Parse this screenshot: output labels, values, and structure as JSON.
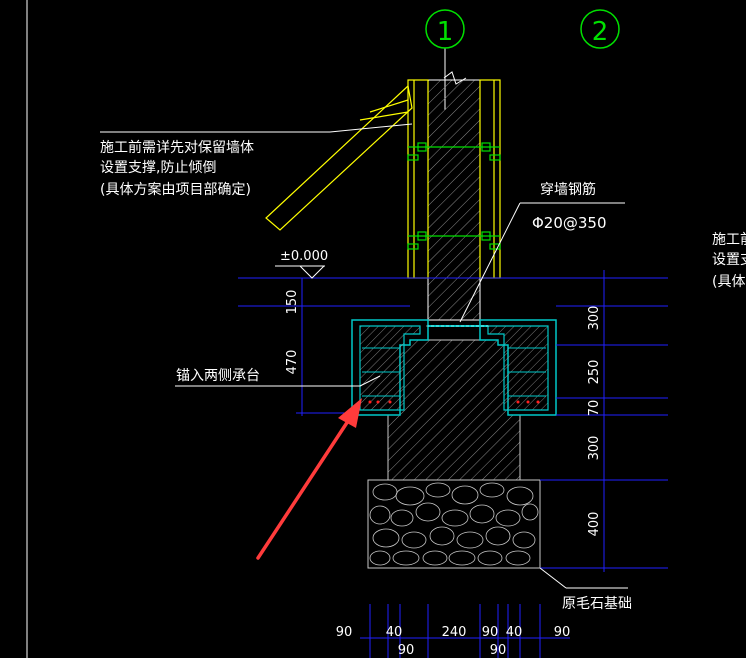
{
  "colors": {
    "background": "#000000",
    "white": "#ffffff",
    "yellow": "#ffff00",
    "green": "#00e000",
    "blue": "#2020ff",
    "cyan": "#00c8c8",
    "gray": "#c8c8c8",
    "red": "#ff2020",
    "arrow": "#ff3b3b"
  },
  "grid_bubbles": [
    "1",
    "2"
  ],
  "notes": {
    "support_line1": "施工前需详先对保留墙体",
    "support_line2": "设置支撑,防止倾倒",
    "support_line3": "(具体方案由项目部确定)",
    "rebar_title": "穿墙钢筋",
    "rebar_spec": "Φ20@350",
    "anchor": "锚入两侧承台",
    "foundation": "原毛石基础",
    "elevation": "±0.000",
    "right_line1": "施工前",
    "right_line2": "设置支",
    "right_line3": "(具体"
  },
  "dims_left": [
    "150",
    "470"
  ],
  "dims_right": [
    "300",
    "250",
    "70",
    "300",
    "400"
  ],
  "dims_bottom_row1": [
    "90",
    "40",
    "240",
    "90",
    "40",
    "90"
  ],
  "dims_bottom_row2": [
    "90",
    "90"
  ],
  "icons": {
    "arrow": "red-pointer-arrow",
    "grid": "grid-axis-bubble"
  }
}
